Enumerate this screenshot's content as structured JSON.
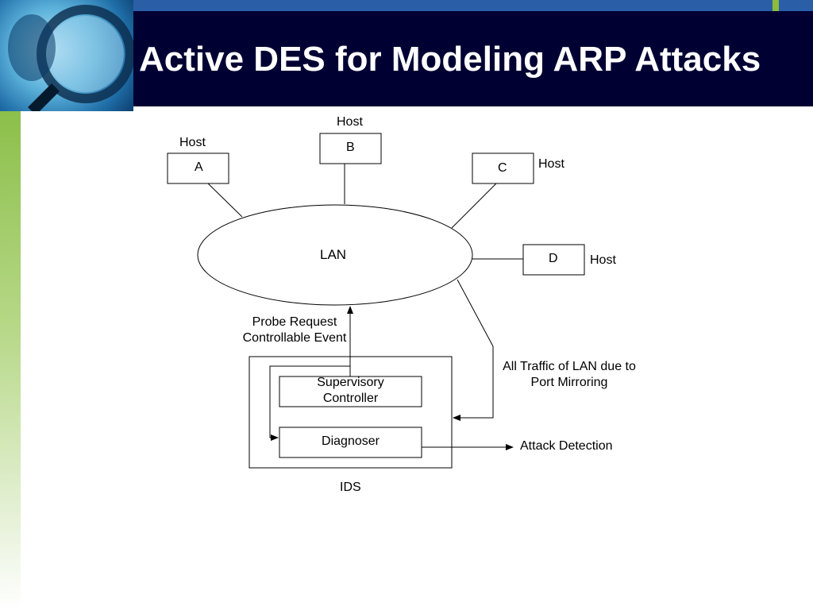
{
  "slide": {
    "title": "Active DES for Modeling ARP Attacks"
  },
  "diagram": {
    "hosts": [
      {
        "id": "A",
        "label": "Host"
      },
      {
        "id": "B",
        "label": "Host"
      },
      {
        "id": "C",
        "label": "Host"
      },
      {
        "id": "D",
        "label": "Host"
      }
    ],
    "lan_label": "LAN",
    "probe_label_line1": "Probe Request",
    "probe_label_line2": "Controllable Event",
    "traffic_label_line1": "All Traffic of LAN due to",
    "traffic_label_line2": "Port Mirroring",
    "supervisory_line1": "Supervisory",
    "supervisory_line2": "Controller",
    "diagnoser_label": "Diagnoser",
    "attack_detection_label": "Attack Detection",
    "ids_label": "IDS"
  },
  "colors": {
    "title_bar": "#000033",
    "top_stripe": "#2a5fa8",
    "accent_green": "#8dbb3a"
  }
}
